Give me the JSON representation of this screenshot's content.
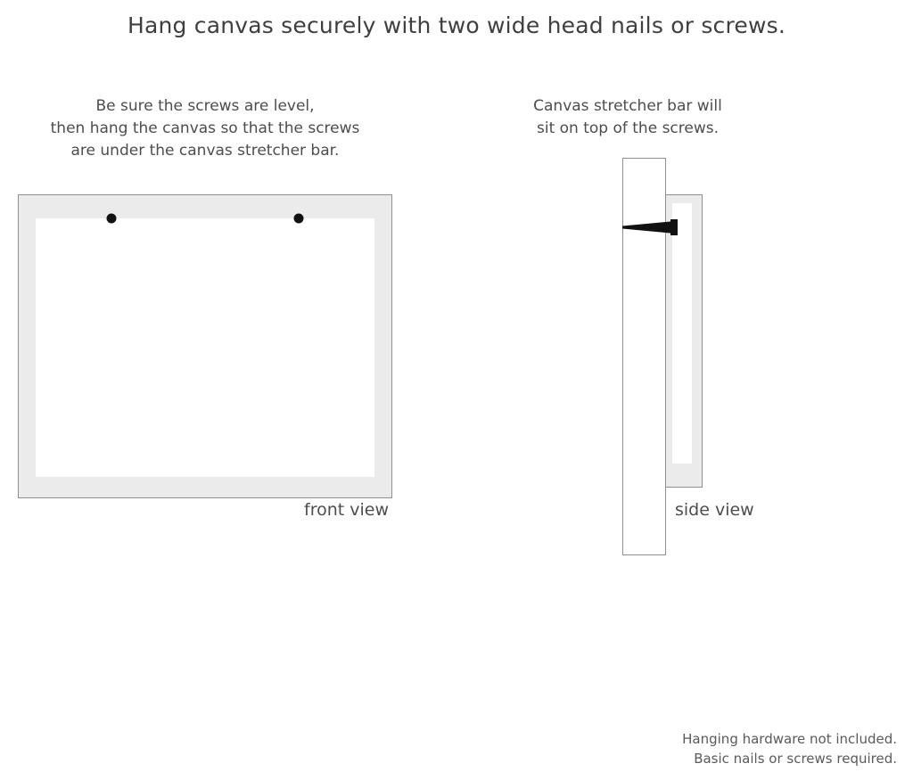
{
  "title": "Hang canvas securely with two wide head nails or screws.",
  "front_panel": {
    "caption_lines": [
      "Be sure the screws are level,",
      "then hang the canvas so that the screws",
      "are under the canvas stretcher bar."
    ],
    "view_label": "front view",
    "screw_count": 2,
    "screw_marker": "black-dot"
  },
  "side_panel": {
    "caption_lines": [
      "Canvas stretcher bar will",
      "sit on top of the screws."
    ],
    "view_label": "side view",
    "screw_marker": "wide-head-screw"
  },
  "footer_lines": [
    "Hanging hardware not included.",
    "Basic nails or screws required."
  ],
  "colors": {
    "background": "#ffffff",
    "text": "#4a4a4a",
    "frame_fill": "#ebebeb",
    "frame_stroke": "#8f8f8f",
    "inner_fill": "#ffffff",
    "screw": "#111111",
    "wall_stroke": "#8f8f8f"
  }
}
